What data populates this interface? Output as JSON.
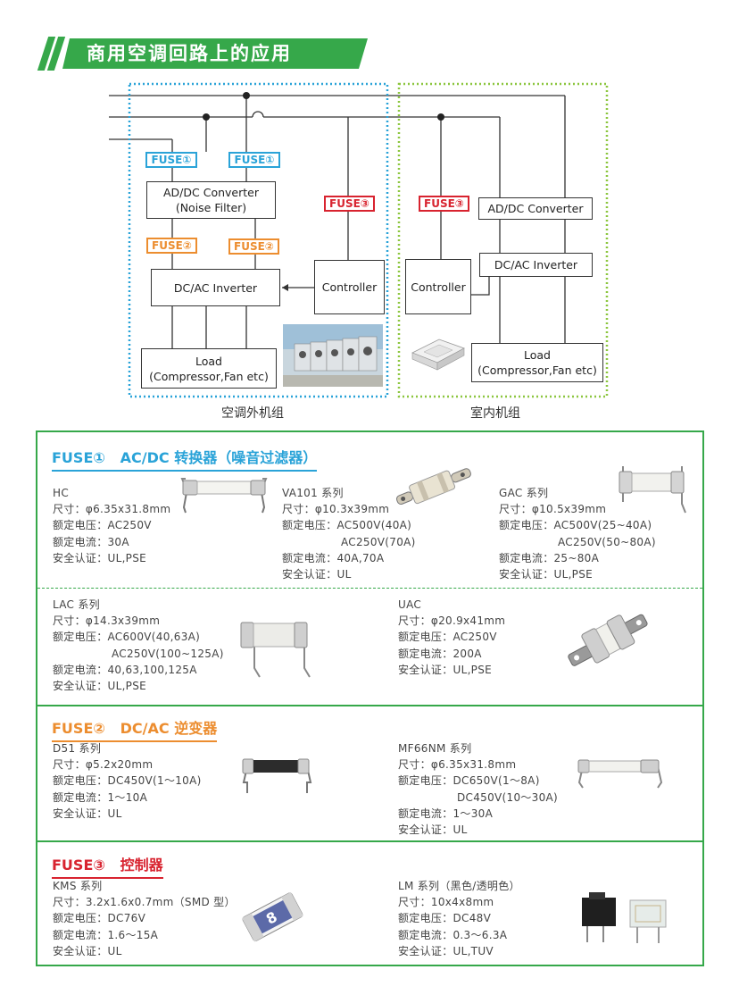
{
  "title": "商用空调回路上的应用",
  "diagram": {
    "outdoor": {
      "label": "空调外机组",
      "fuse1_left": "FUSE①",
      "fuse1_right": "FUSE①",
      "adc": "AD/DC Converter\n(Noise Filter)",
      "fuse2_left": "FUSE②",
      "fuse2_right": "FUSE②",
      "inverter": "DC/AC Inverter",
      "fuse3": "FUSE③",
      "controller": "Controller",
      "load": "Load\n(Compressor,Fan etc)"
    },
    "indoor": {
      "label": "室内机组",
      "fuse3": "FUSE③",
      "adc": "AD/DC Converter",
      "inverter": "DC/AC Inverter",
      "controller": "Controller",
      "load": "Load\n(Compressor,Fan etc)"
    },
    "colors": {
      "outdoor_border": "#2aa3d8",
      "indoor_border": "#8cc63f",
      "fuse1": "#2aa3d8",
      "fuse2": "#ec8d2f",
      "fuse3": "#d8232f",
      "brand_green": "#36a84a"
    }
  },
  "sections": {
    "fuse1": {
      "heading": "FUSE①   AC/DC 转换器（噪音过滤器）",
      "products": [
        {
          "name": "HC",
          "lines": [
            "尺寸：φ6.35x31.8mm",
            "额定电压：AC250V",
            "额定电流：30A",
            "安全认证：UL,PSE"
          ]
        },
        {
          "name": "VA101 系列",
          "lines": [
            "尺寸：φ10.3x39mm",
            "额定电压：AC500V(40A)",
            "AC250V(70A)",
            "额定电流：40A,70A",
            "安全认证：UL"
          ]
        },
        {
          "name": "GAC 系列",
          "lines": [
            "尺寸：φ10.5x39mm",
            "额定电压：AC500V(25~40A)",
            "AC250V(50~80A)",
            "额定电流：25~80A",
            "安全认证：UL,PSE"
          ]
        },
        {
          "name": "LAC 系列",
          "lines": [
            "尺寸：φ14.3x39mm",
            "额定电压：AC600V(40,63A)",
            "AC250V(100~125A)",
            "额定电流：40,63,100,125A",
            "安全认证：UL,PSE"
          ]
        },
        {
          "name": "UAC",
          "lines": [
            "尺寸：φ20.9x41mm",
            "额定电压：AC250V",
            "额定电流：200A",
            "安全认证：UL,PSE"
          ]
        }
      ]
    },
    "fuse2": {
      "heading": "FUSE②   DC/AC 逆变器",
      "products": [
        {
          "name": "D51 系列",
          "lines": [
            "尺寸：φ5.2x20mm",
            "额定电压：DC450V(1～10A)",
            "额定电流：1～10A",
            "安全认证：UL"
          ]
        },
        {
          "name": "MF66NM 系列",
          "lines": [
            "尺寸：φ6.35x31.8mm",
            "额定电压：DC650V(1～8A)",
            "DC450V(10～30A)",
            "额定电流：1～30A",
            "安全认证：UL"
          ]
        }
      ]
    },
    "fuse3": {
      "heading": "FUSE③   控制器",
      "products": [
        {
          "name": "KMS 系列",
          "lines": [
            "尺寸：3.2x1.6x0.7mm（SMD 型）",
            "额定电压：DC76V",
            "额定电流：1.6～15A",
            "安全认证：UL"
          ]
        },
        {
          "name": "LM 系列（黑色/透明色）",
          "lines": [
            "尺寸：10x4x8mm",
            "额定电压：DC48V",
            "额定电流：0.3～6.3A",
            "安全认证：UL,TUV"
          ]
        }
      ]
    }
  }
}
